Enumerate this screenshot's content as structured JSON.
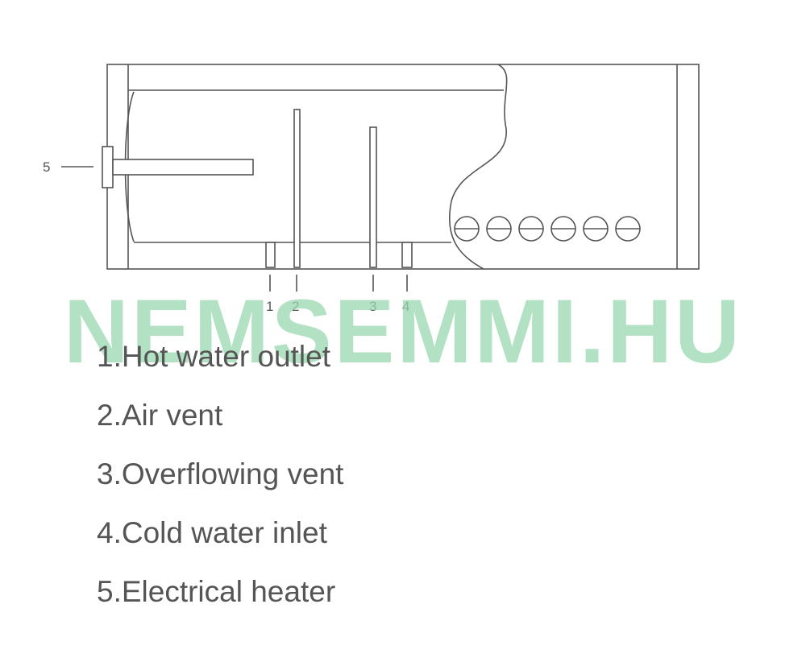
{
  "diagram": {
    "callouts": [
      "1",
      "2",
      "3",
      "4",
      "5"
    ]
  },
  "watermark": "NEMSEMMI.HU",
  "legend": [
    "1.Hot water outlet",
    "2.Air vent",
    "3.Overflowing vent",
    "4.Cold water inlet",
    "5.Electrical heater"
  ],
  "colors": {
    "line": "#555555",
    "text": "#555555",
    "watermark": "#9ad8b1"
  }
}
